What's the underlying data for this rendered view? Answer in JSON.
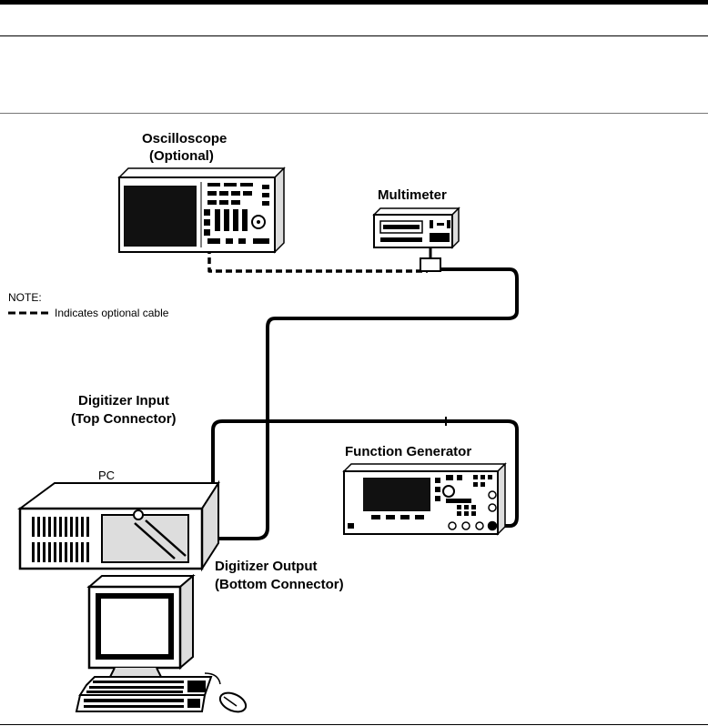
{
  "labels": {
    "oscilloscope_line1": "Oscilloscope",
    "oscilloscope_line2": "(Optional)",
    "multimeter": "Multimeter",
    "note_title": "NOTE:",
    "note_text": "Indicates optional cable",
    "digitizer_input_line1": "Digitizer Input",
    "digitizer_input_line2": "(Top Connector)",
    "pc": "PC",
    "function_generator": "Function Generator",
    "digitizer_output_line1": "Digitizer Output",
    "digitizer_output_line2": "(Bottom Connector)"
  },
  "colors": {
    "line": "#000000",
    "screen": "#111111",
    "panel": "#ffffff"
  }
}
